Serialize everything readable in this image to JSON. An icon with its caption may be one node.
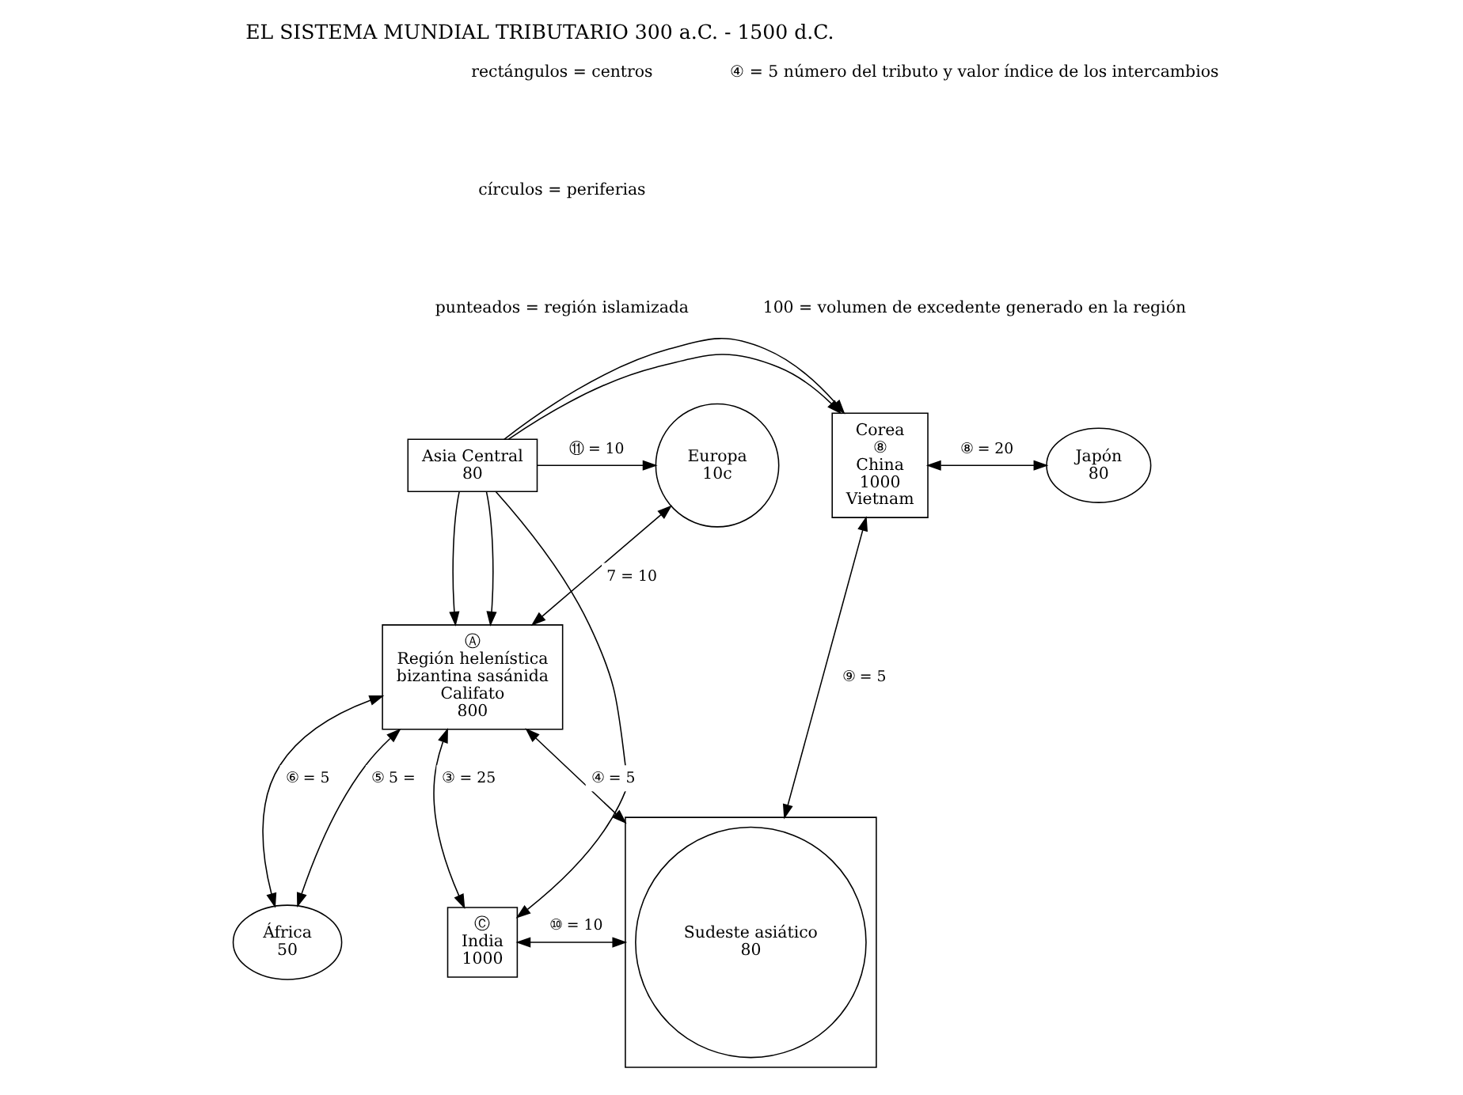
{
  "diagram": {
    "title": "EL SISTEMA MUNDIAL TRIBUTARIO 300 a.C. - 1500 d.C.",
    "nodes": [
      {
        "text": [
          "Europa",
          "10c"
        ]
      },
      {
        "text": [
          "Asia Central",
          "80"
        ]
      },
      {
        "text": [
          "Corea",
          "⑧",
          "China",
          "1000",
          "Vietnam"
        ]
      },
      {
        "text": [
          "Japón",
          "80"
        ]
      },
      {
        "text": [
          "Ⓐ",
          "Región helenística",
          "bizantina sasánida",
          "Califato",
          "800"
        ]
      },
      {
        "text": [
          "Ⓒ",
          "India",
          "1000"
        ]
      },
      {
        "text": [],
        "shape": "box"
      },
      {
        "text": [
          "Sudeste asiático",
          "80"
        ],
        "in": 6
      },
      {
        "text": [
          "África",
          "50"
        ]
      }
    ],
    "edges": [
      {
        "from": 1,
        "to": 0,
        "arrow": "to",
        "label": "⑪ = 10"
      },
      {
        "from": 0,
        "to": 4,
        "arrow": "both",
        "label": "7 = 10"
      },
      {
        "from": 1,
        "to": 2,
        "arrow": "to"
      },
      {
        "from": 1,
        "to": 2,
        "arrow": "to"
      },
      {
        "from": 1,
        "to": 4,
        "arrow": "to"
      },
      {
        "from": 1,
        "to": 4,
        "arrow": "to"
      },
      {
        "from": 1,
        "to": 5,
        "arrow": "to"
      },
      {
        "from": 2,
        "to": 3,
        "arrow": "both",
        "label": "⑧ = 20"
      },
      {
        "from": 2,
        "to": 6,
        "arrow": "both",
        "label": "⑨ = 5"
      },
      {
        "from": 4,
        "to": 5,
        "arrow": "both",
        "label": "③ = 25"
      },
      {
        "from": 5,
        "to": 6,
        "arrow": "both",
        "label": "⑩ = 10"
      },
      {
        "from": 4,
        "to": 8,
        "arrow": "both",
        "label": "⑤ 5 ="
      },
      {
        "from": 4,
        "to": 8,
        "arrow": "both",
        "label": "⑥ = 5"
      },
      {
        "from": 4,
        "to": 6,
        "arrow": "both",
        "label": "④ = 5"
      }
    ],
    "labels": [
      "rectángulos = centros",
      "círculos = periferias",
      "punteados = región islamizada",
      "④ = 5 número del tributo y valor índice de los intercambios",
      "100 = volumen de excedente generado en la región"
    ]
  }
}
